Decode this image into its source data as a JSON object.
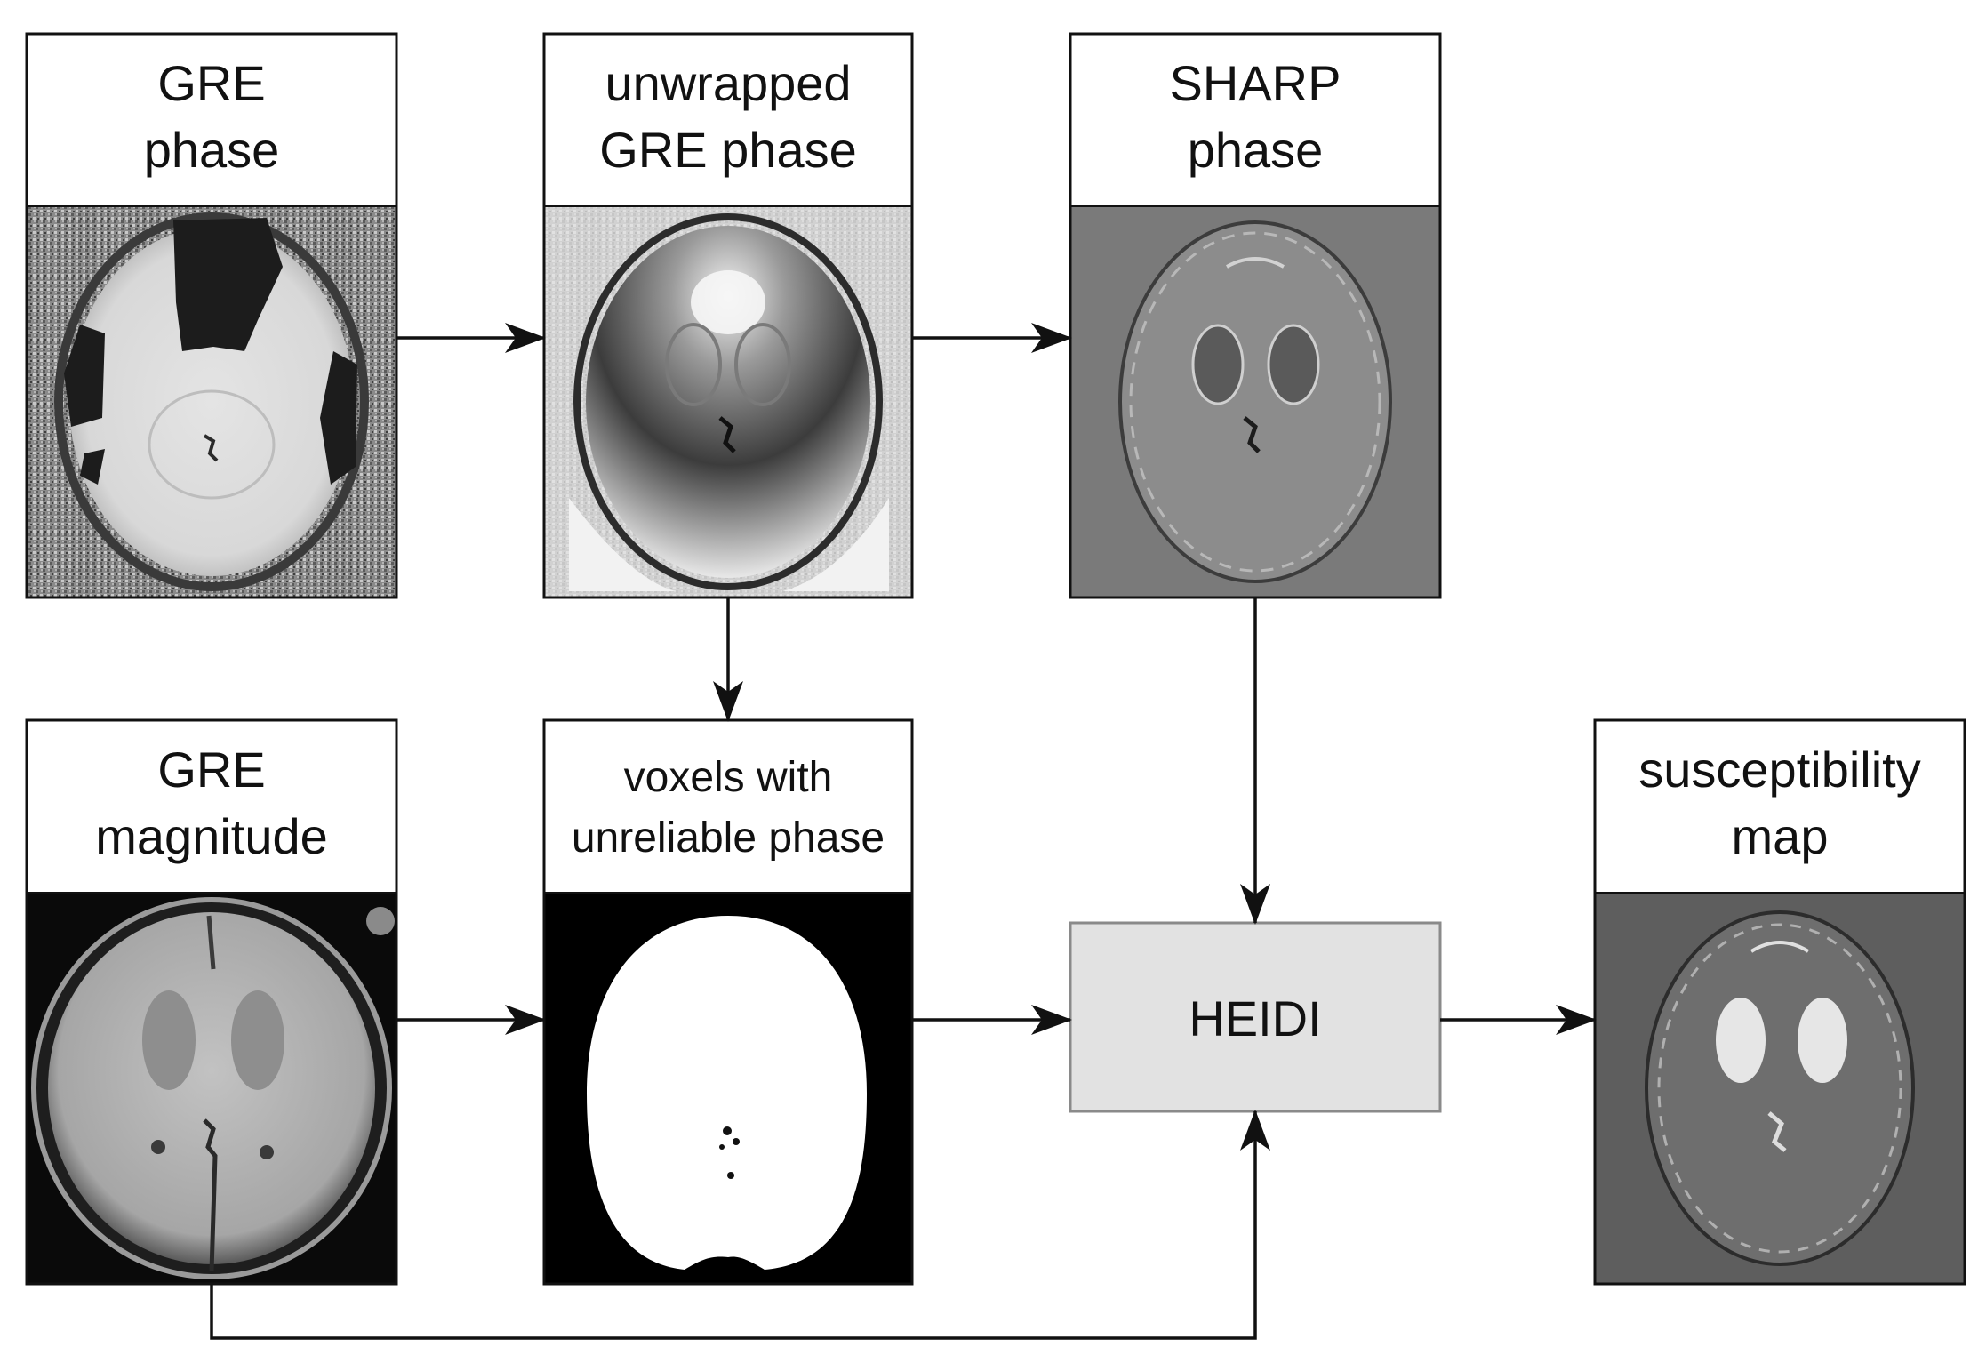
{
  "panels": {
    "gre_phase": {
      "line1": "GRE",
      "line2": "phase"
    },
    "unwrapped_phase": {
      "line1": "unwrapped",
      "line2": "GRE phase"
    },
    "sharp_phase": {
      "line1": "SHARP",
      "line2": "phase"
    },
    "gre_magnitude": {
      "line1": "GRE",
      "line2": "magnitude"
    },
    "unreliable_voxels": {
      "line1": "voxels with",
      "line2": "unreliable phase"
    },
    "susceptibility_map": {
      "line1": "susceptibility",
      "line2": "map"
    }
  },
  "process": {
    "label": "HEIDI"
  },
  "colors": {
    "process_fill": "#e2e2e2",
    "process_stroke": "#8a8a8a",
    "sharp_background": "#7a7a7a",
    "map_background": "#5e5e5e"
  }
}
